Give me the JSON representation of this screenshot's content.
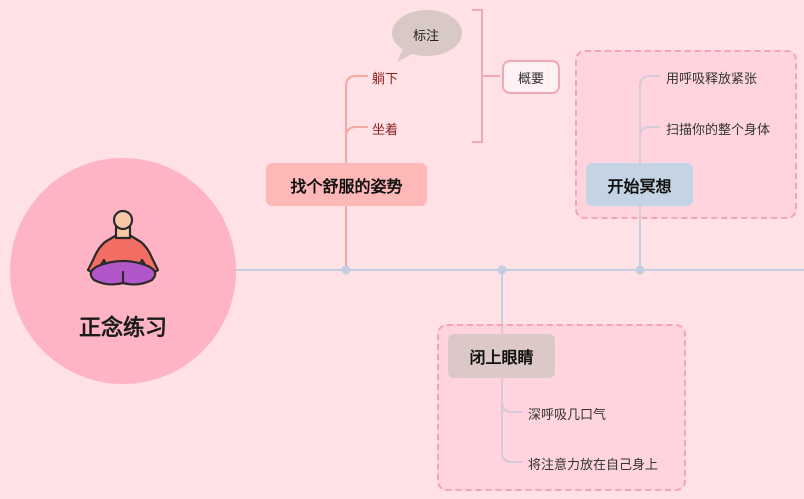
{
  "root": {
    "title": "正念练习",
    "icon": "meditating-person-icon"
  },
  "branches": [
    {
      "title": "找个舒服的姿势",
      "children": [
        "躺下",
        "坐着"
      ],
      "color": "#ffb8b8"
    },
    {
      "title": "开始冥想",
      "children": [
        "用呼吸释放紧张",
        "扫描你的整个身体"
      ],
      "color": "#c5d4e4"
    },
    {
      "title": "闭上眼睛",
      "children": [
        "深呼吸几口气",
        "将注意力放在自己身上"
      ],
      "color": "#dcc8c6"
    }
  ],
  "callout": {
    "text": "标注"
  },
  "summary": {
    "text": "概要"
  },
  "colors": {
    "background": "#ffe1e6",
    "root_fill": "#ffb4c3",
    "main_line": "#c3cfe0",
    "branch1_line": "#f5a9a0",
    "boundary_border": "#f3a5b8",
    "callout_fill": "#d8c9c4",
    "branch1_text": "#8a1e1e",
    "other_text": "#333333"
  }
}
